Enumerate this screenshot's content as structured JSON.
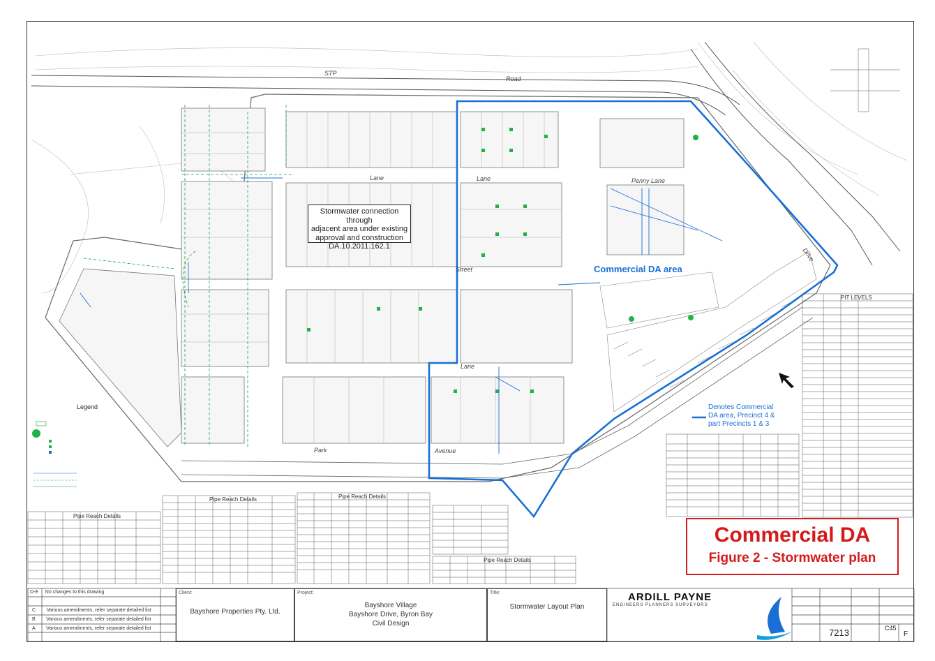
{
  "note_box": {
    "lines": [
      "Stormwater connection through",
      "adjacent area under existing",
      "approval and construction",
      "DA.10.2011.162.1"
    ]
  },
  "commercial_area_label": "Commercial DA area",
  "denotes_note": {
    "lines": [
      "Denotes Commercial",
      "DA area, Precinct 4 &",
      "part Precincts 1 & 3"
    ]
  },
  "red_box": {
    "title": "Commercial DA",
    "subtitle": "Figure 2 - Stormwater plan"
  },
  "roads": {
    "stp": "STP",
    "road": "Road",
    "lane": "Lane",
    "penny_lane": "Penny Lane",
    "street": "Street",
    "avenue": "Avenue",
    "park": "Park",
    "drive": "Drive"
  },
  "legend": {
    "title": "Legend"
  },
  "tables": {
    "pipe_reach_1": "Pipe Reach Details",
    "pipe_reach_2": "Pipe Reach Details",
    "pipe_reach_3": "Pipe Reach Details",
    "pipe_reach_4": "Pipe Reach Details",
    "pit_levels": "PIT LEVELS"
  },
  "title_block": {
    "client_label": "Client:",
    "client": "Bayshore Properties Pty. Ltd.",
    "project_label": "Project:",
    "project_lines": [
      "Bayshore Village",
      "Bayshore Drive, Byron Bay",
      "Civil Design"
    ],
    "title_label": "Title:",
    "title": "Stormwater Layout Plan",
    "company": "ARDILL  PAYNE",
    "company_sub": "ENGINEERS  PLANNERS  SURVEYORS",
    "job_no": "7213",
    "drawing_no": "C45",
    "revision": "F"
  },
  "revisions": [
    {
      "rev": "D-E",
      "desc": "No changes to this drawing"
    },
    {
      "rev": "C",
      "desc": "Various amendments, refer separate detailed list"
    },
    {
      "rev": "B",
      "desc": "Various amendments, refer separate detailed list"
    },
    {
      "rev": "A",
      "desc": "Various amendments, refer separate detailed list"
    }
  ],
  "colors": {
    "commercial_boundary": "#1a6fd6",
    "red_box": "#d41a1a",
    "stormwater": "#1a6fd6",
    "existing": "#1a9b4a"
  }
}
